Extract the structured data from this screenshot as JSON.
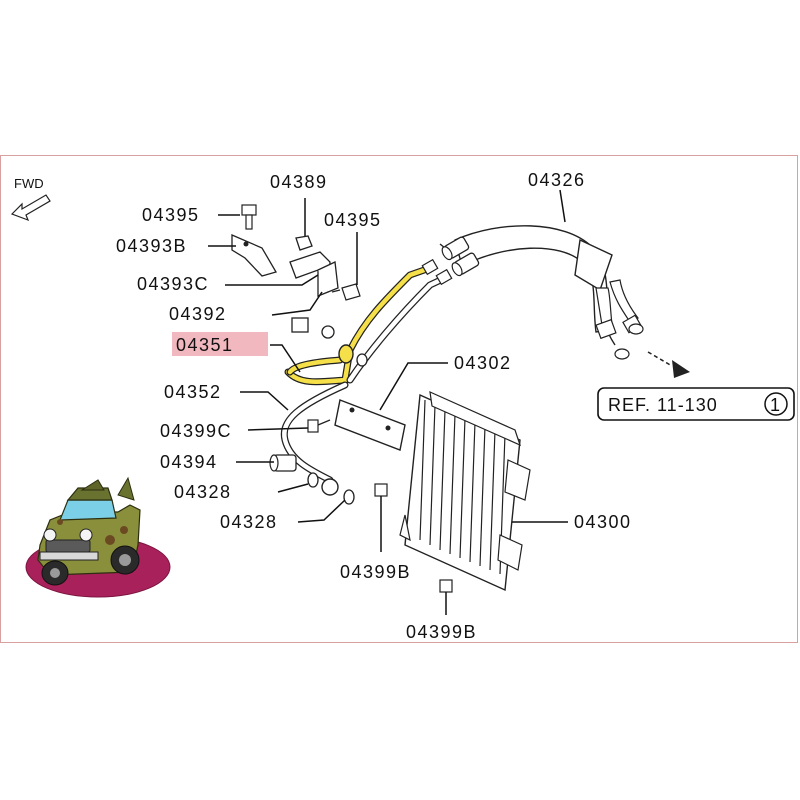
{
  "fwd_label": "FWD",
  "ref_text": "REF. 11-130",
  "ref_circle": "1",
  "highlight_color": "#f2b8bf",
  "pipe_highlight_color": "#f5e04a",
  "labels": {
    "p04326": "04326",
    "p04389": "04389",
    "p04395a": "04395",
    "p04395b": "04395",
    "p04393B": "04393B",
    "p04393C": "04393C",
    "p04392": "04392",
    "p04351": "04351",
    "p04352": "04352",
    "p04302": "04302",
    "p04399C": "04399C",
    "p04394": "04394",
    "p04328a": "04328",
    "p04328b": "04328",
    "p04300": "04300",
    "p04399Ba": "04399B",
    "p04399Bb": "04399B"
  }
}
